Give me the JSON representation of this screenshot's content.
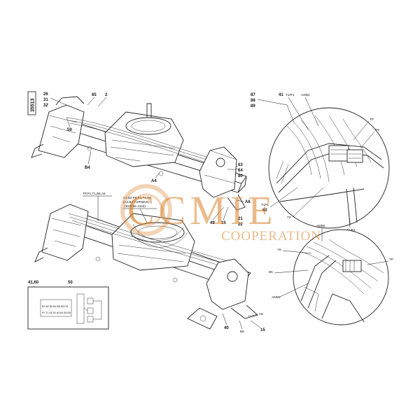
{
  "figure_number": "35513",
  "watermark": {
    "brand": "CCMIE",
    "sub": "COOPERATION"
  },
  "colors": {
    "line": "#222222",
    "watermark": "#d9822b",
    "background": "#ffffff"
  },
  "callouts": {
    "top_left": {
      "c26": "26",
      "c31": "31",
      "c32": "32",
      "c65": "65",
      "c2": "2",
      "c59": "59",
      "b4": "B4",
      "a4": "A4"
    },
    "top_right": {
      "c63": "63",
      "c64": "64",
      "c80": "80",
      "c49": "49",
      "c15": "15",
      "a6": "A6",
      "c21": "21",
      "c22": "22"
    },
    "detail_top": {
      "c87": "87",
      "c88": "88",
      "c89": "89",
      "c41": "41",
      "t1p1": "T1/P1",
      "a2b2": "A2/B2",
      "tp": "TP",
      "ps": "PS",
      "t1p1_60": "T1P1",
      "c60": "60",
      "t3": "T3",
      "a1b1": "A1/B1"
    },
    "bottom_main": {
      "tp_list": "TP,P1,T1,B6,A6",
      "a2_list": "A2,B2,P8,P1,T1,TP",
      "a3b3": "(A3,B3 TURNING)",
      "part_no": "(929855 1342)",
      "c41_60": "41,60",
      "c50": "50",
      "c40": "40",
      "b6": "B6",
      "a6": "A6",
      "c15": "15",
      "box_top_row": "B1 B2 B3 B4 B5 B6 PS",
      "box_bottom_row": "P1 T1 A1 A2 A3 A4 A5 A6"
    },
    "detail_bottom": {
      "a5b5": "A5/B5",
      "a5": "A5",
      "b5": "B5",
      "tp": "TP",
      "a6b6": "A6/B6"
    }
  }
}
